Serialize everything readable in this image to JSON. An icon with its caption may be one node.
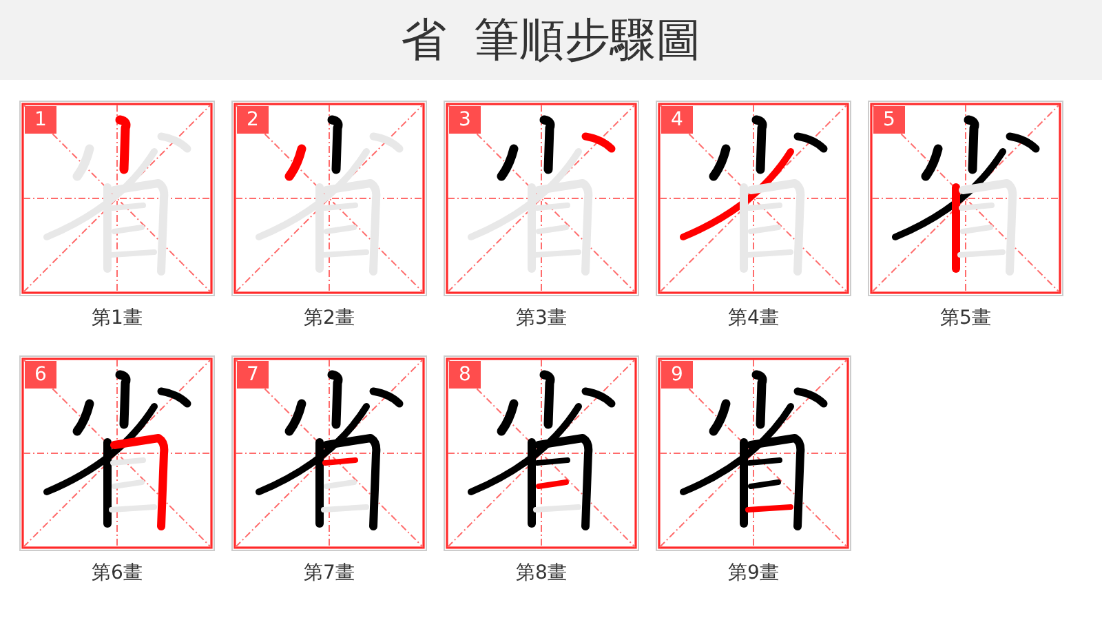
{
  "diagram": {
    "title": "省 筆順步驟圖",
    "nodes": [
      {
        "text": [
          "1"
        ],
        "beside": [
          "第1畫"
        ]
      },
      {
        "text": [
          "2"
        ],
        "beside": [
          "第2畫"
        ]
      },
      {
        "text": [
          "3"
        ],
        "beside": [
          "第3畫"
        ]
      },
      {
        "text": [
          "4"
        ],
        "beside": [
          "第4畫"
        ]
      },
      {
        "text": [
          "5"
        ],
        "beside": [
          "第5畫"
        ]
      },
      {
        "text": [
          "6"
        ],
        "beside": [
          "第6畫"
        ]
      },
      {
        "text": [
          "7"
        ],
        "beside": [
          "第7畫"
        ]
      },
      {
        "text": [
          "8"
        ],
        "beside": [
          "第8畫"
        ]
      },
      {
        "text": [
          "9"
        ],
        "beside": [
          "第9畫"
        ]
      }
    ]
  }
}
